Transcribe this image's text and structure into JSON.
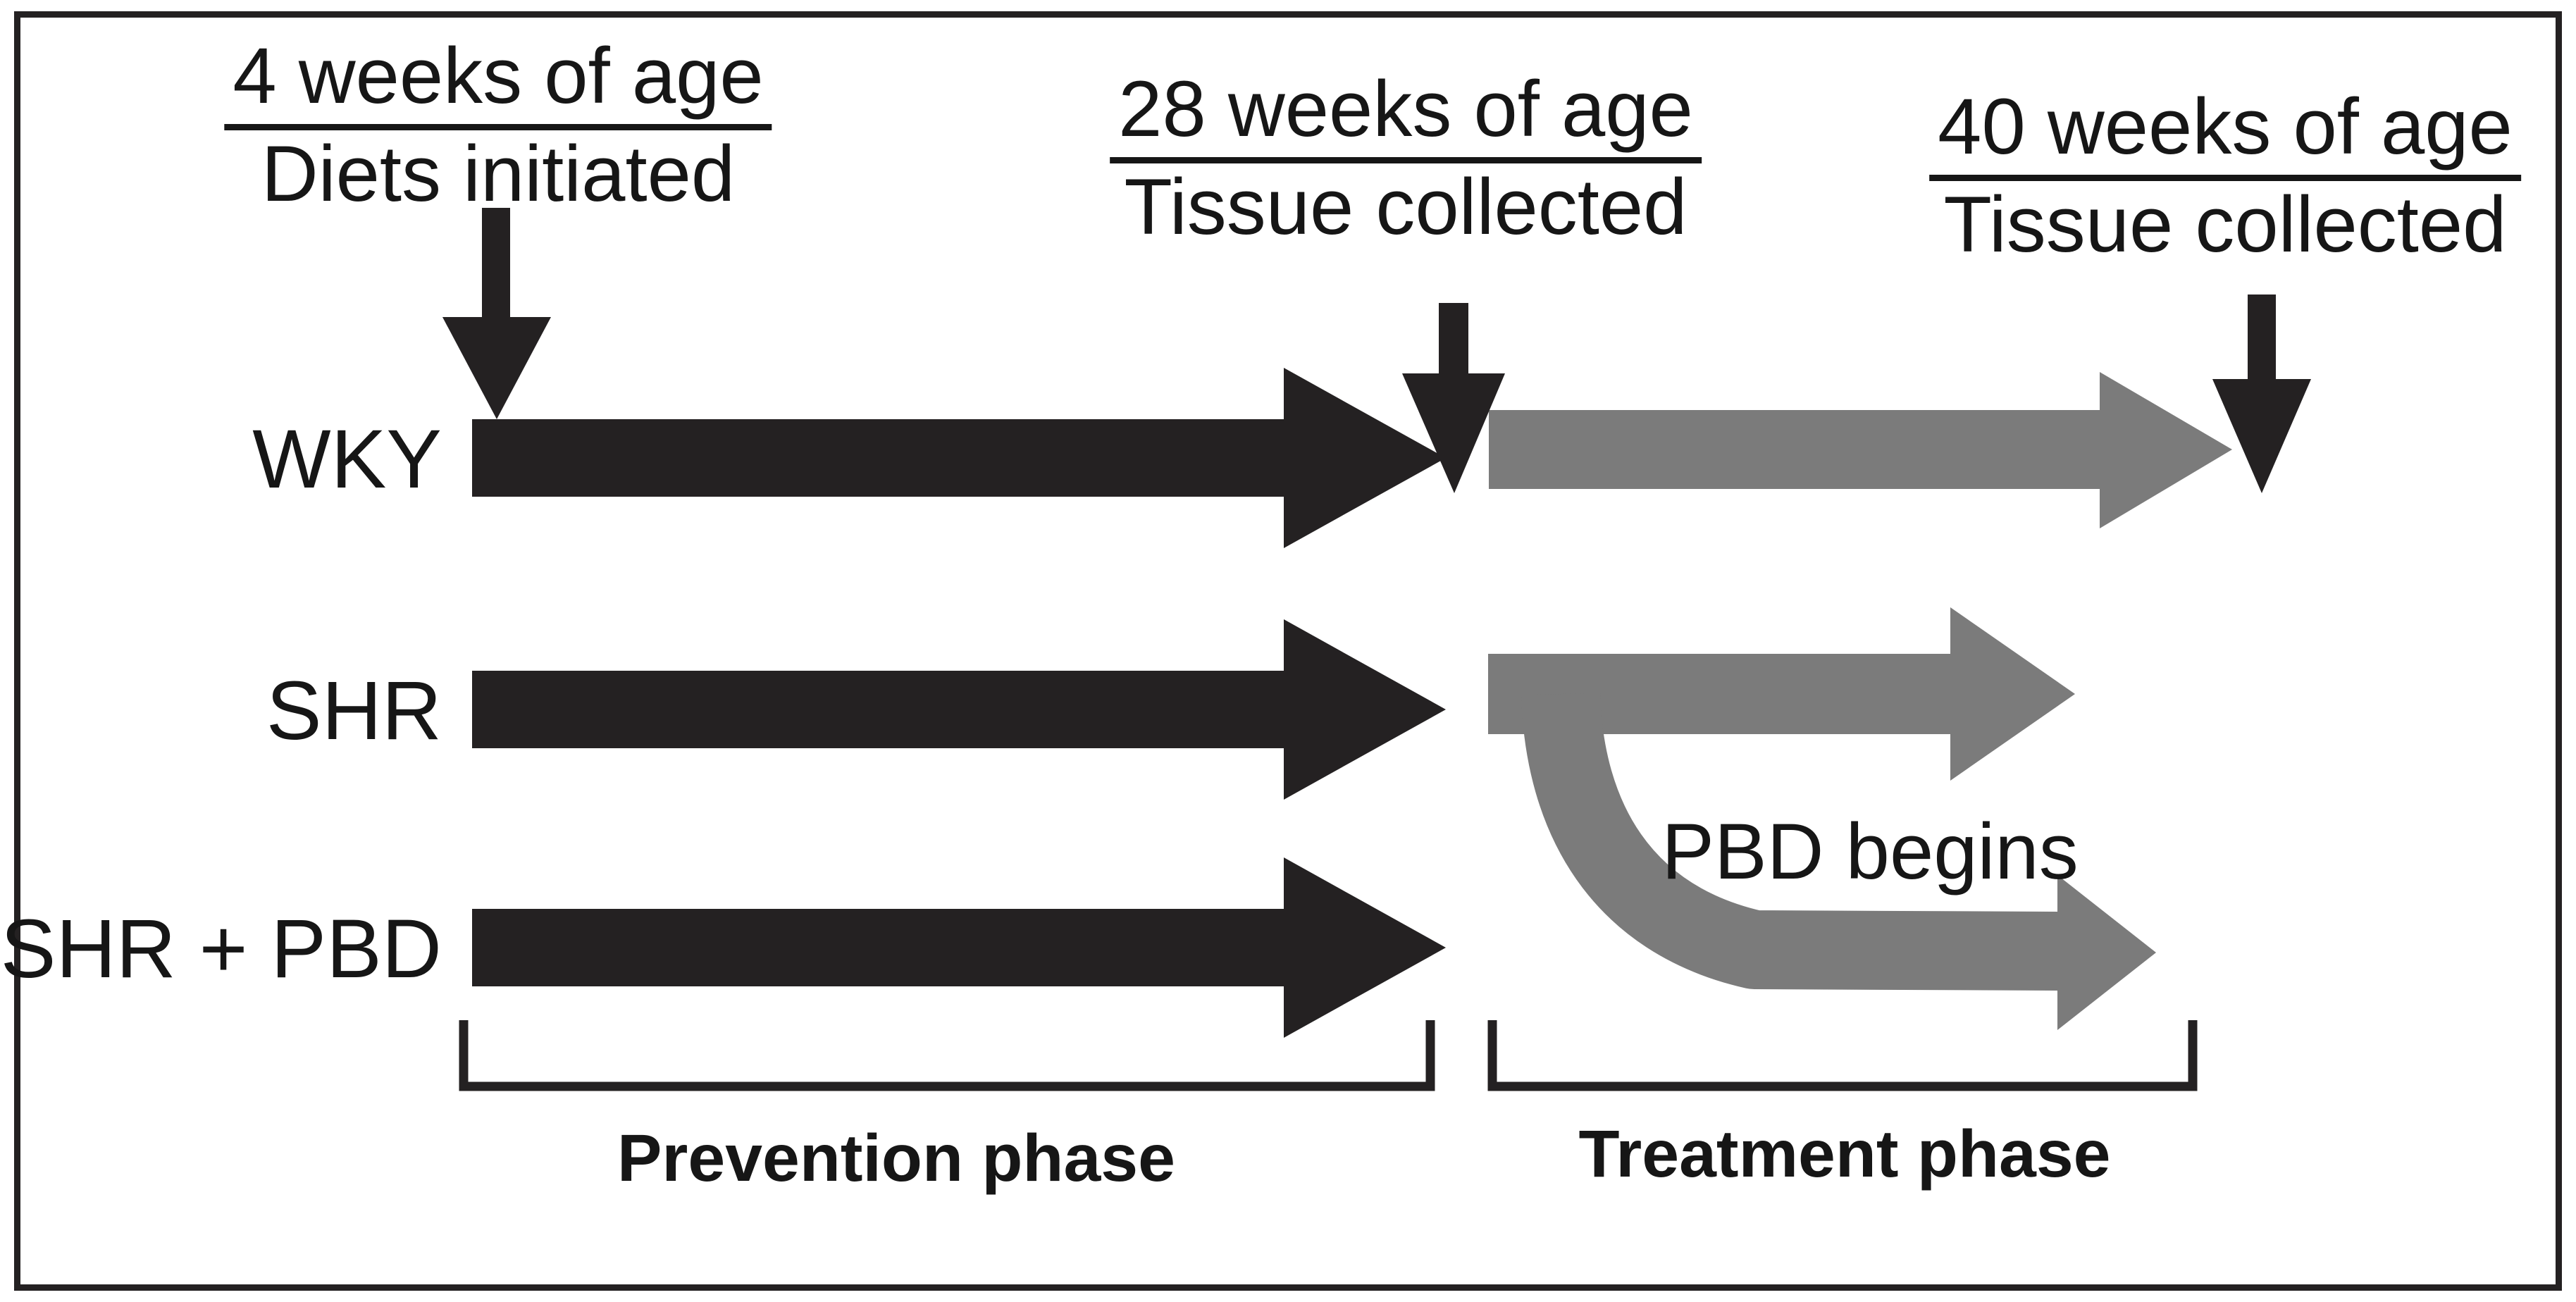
{
  "figure": {
    "title_hint": "Experimental design timeline",
    "timepoints": [
      {
        "age": "4 weeks of age",
        "event": "Diets initiated"
      },
      {
        "age": "28 weeks of age",
        "event": "Tissue collected"
      },
      {
        "age": "40 weeks of age",
        "event": "Tissue collected"
      }
    ],
    "groups": [
      {
        "label": "WKY"
      },
      {
        "label": "SHR"
      },
      {
        "label": "SHR + PBD"
      }
    ],
    "annotation": "PBD begins",
    "phases": [
      {
        "label": "Prevention phase"
      },
      {
        "label": "Treatment phase"
      }
    ],
    "colors": {
      "dark": "#242122",
      "gray": "#7b7b7b",
      "text": "#161616",
      "background": "#ffffff"
    }
  }
}
